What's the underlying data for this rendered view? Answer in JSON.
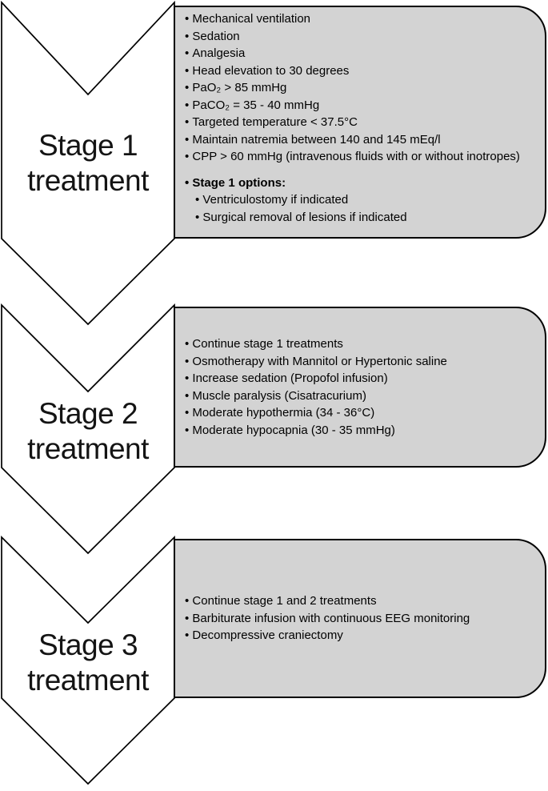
{
  "title": "Staged treatment diagram",
  "colors": {
    "box_fill": "#d3d3d3",
    "box_border": "#000000",
    "chevron_fill": "#ffffff",
    "chevron_border": "#000000"
  },
  "stages": [
    {
      "label_line1": "Stage 1",
      "label_line2": "treatment",
      "items": [
        "Mechanical ventilation",
        "Sedation",
        "Analgesia",
        "Head elevation to 30 degrees",
        "PaO₂ > 85 mmHg",
        "PaCO₂ = 35 - 40 mmHg",
        "Targeted temperature < 37.5°C",
        "Maintain natremia between 140 and 145 mEq/l",
        "CPP > 60 mmHg (intravenous fluids with or without inotropes)"
      ],
      "options_header": "Stage 1 options:",
      "options": [
        "Ventriculostomy if indicated",
        "Surgical removal of lesions if indicated"
      ]
    },
    {
      "label_line1": "Stage 2",
      "label_line2": "treatment",
      "items": [
        "Continue stage 1 treatments",
        "Osmotherapy with Mannitol or Hypertonic saline",
        "Increase sedation (Propofol infusion)",
        "Muscle paralysis (Cisatracurium)",
        "Moderate hypothermia (34 - 36°C)",
        "Moderate hypocapnia (30 - 35 mmHg)"
      ]
    },
    {
      "label_line1": "Stage 3",
      "label_line2": "treatment",
      "items": [
        "Continue stage 1 and 2 treatments",
        "Barbiturate infusion with continuous EEG monitoring",
        "Decompressive craniectomy"
      ]
    }
  ]
}
